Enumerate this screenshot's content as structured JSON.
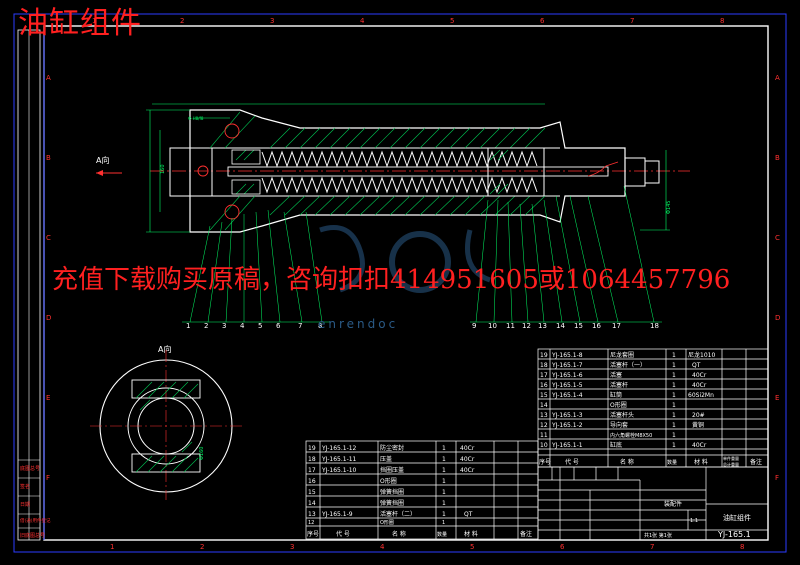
{
  "title": "油缸组件",
  "promo_text": "充值下载购买原稿，咨询扣扣414951605或1064457796",
  "watermark": "enrendoc",
  "view_labels": {
    "arrow_view": "A向",
    "section_view": "A向"
  },
  "grid": {
    "top": [
      "1",
      "2",
      "3",
      "4",
      "5",
      "6",
      "7",
      "8"
    ],
    "bottom": [
      "1",
      "2",
      "3",
      "4",
      "5",
      "6",
      "7",
      "8"
    ],
    "left": [
      "A",
      "B",
      "C",
      "D",
      "E",
      "F"
    ],
    "right": [
      "A",
      "B",
      "C",
      "D",
      "E",
      "F"
    ]
  },
  "part_balloons": [
    "1",
    "2",
    "3",
    "4",
    "5",
    "6",
    "7",
    "8",
    "9",
    "10",
    "11",
    "12",
    "13",
    "14",
    "15",
    "16",
    "17",
    "18"
  ],
  "bom_right": {
    "rows": [
      {
        "no": "19",
        "code": "YJ-165.1-8",
        "name": "尼龙套圈",
        "qty": "1",
        "mat": "尼龙1010"
      },
      {
        "no": "18",
        "code": "YJ-165.1-7",
        "name": "活塞杆（一）",
        "qty": "1",
        "mat": "QT"
      },
      {
        "no": "17",
        "code": "YJ-165.1-6",
        "name": "活塞",
        "qty": "1",
        "mat": "40Cr"
      },
      {
        "no": "16",
        "code": "YJ-165.1-5",
        "name": "活塞杆",
        "qty": "1",
        "mat": "40Cr"
      },
      {
        "no": "15",
        "code": "YJ-165.1-4",
        "name": "缸筒",
        "qty": "1",
        "mat": "60Si2Mn"
      },
      {
        "no": "14",
        "code": "",
        "name": "O形圈",
        "qty": "1",
        "mat": ""
      },
      {
        "no": "13",
        "code": "YJ-165.1-3",
        "name": "活塞杆头",
        "qty": "1",
        "mat": "20#"
      },
      {
        "no": "12",
        "code": "YJ-165.1-2",
        "name": "导向套",
        "qty": "1",
        "mat": "黄铜"
      },
      {
        "no": "11",
        "code": "",
        "name": "内六角螺栓M8X50",
        "qty": "1",
        "mat": ""
      },
      {
        "no": "10",
        "code": "YJ-165.1-1",
        "name": "缸底",
        "qty": "1",
        "mat": "40Cr"
      }
    ],
    "header": [
      "序号",
      "代 号",
      "名 称",
      "数量",
      "材 料",
      "单件重量",
      "总计重量",
      "备注"
    ]
  },
  "bom_left": {
    "rows": [
      {
        "no": "19",
        "code": "YJ-165.1-12",
        "name": "防尘密封",
        "qty": "1",
        "mat": "40Cr"
      },
      {
        "no": "18",
        "code": "YJ-165.1-11",
        "name": "压盖",
        "qty": "1",
        "mat": "40Cr"
      },
      {
        "no": "17",
        "code": "YJ-165.1-10",
        "name": "挡圈压盖",
        "qty": "1",
        "mat": "40Cr"
      },
      {
        "no": "16",
        "code": "",
        "name": "O形圈",
        "qty": "1",
        "mat": ""
      },
      {
        "no": "15",
        "code": "",
        "name": "弹簧挡圈",
        "qty": "1",
        "mat": ""
      },
      {
        "no": "14",
        "code": "",
        "name": "弹簧挡圈",
        "qty": "1",
        "mat": ""
      },
      {
        "no": "13",
        "code": "YJ-165.1-9",
        "name": "活塞杆（二）",
        "qty": "1",
        "mat": "QT"
      },
      {
        "no": "12",
        "code": "",
        "name": "O形圈",
        "qty": "1",
        "mat": ""
      }
    ],
    "header": [
      "序号",
      "代 号",
      "名 称",
      "数量",
      "材 料",
      "备注"
    ]
  },
  "title_block": {
    "drawing_name": "油缸组件",
    "drawing_code": "YJ-165.1",
    "part_type": "装配件",
    "scale": "1:1",
    "sheet": "共1张 第1张"
  },
  "side_strip": [
    "底图总号",
    "签名",
    "日期",
    "借(通)用件登记",
    "旧底图总号"
  ],
  "colors": {
    "background": "#000000",
    "frame": "#2b3cff",
    "outline": "#ffffff",
    "hatch": "#00c050",
    "dimension": "#00ff66",
    "centerline": "#ff3030",
    "spring": "#ffffff",
    "red_text": "#ff2020"
  }
}
